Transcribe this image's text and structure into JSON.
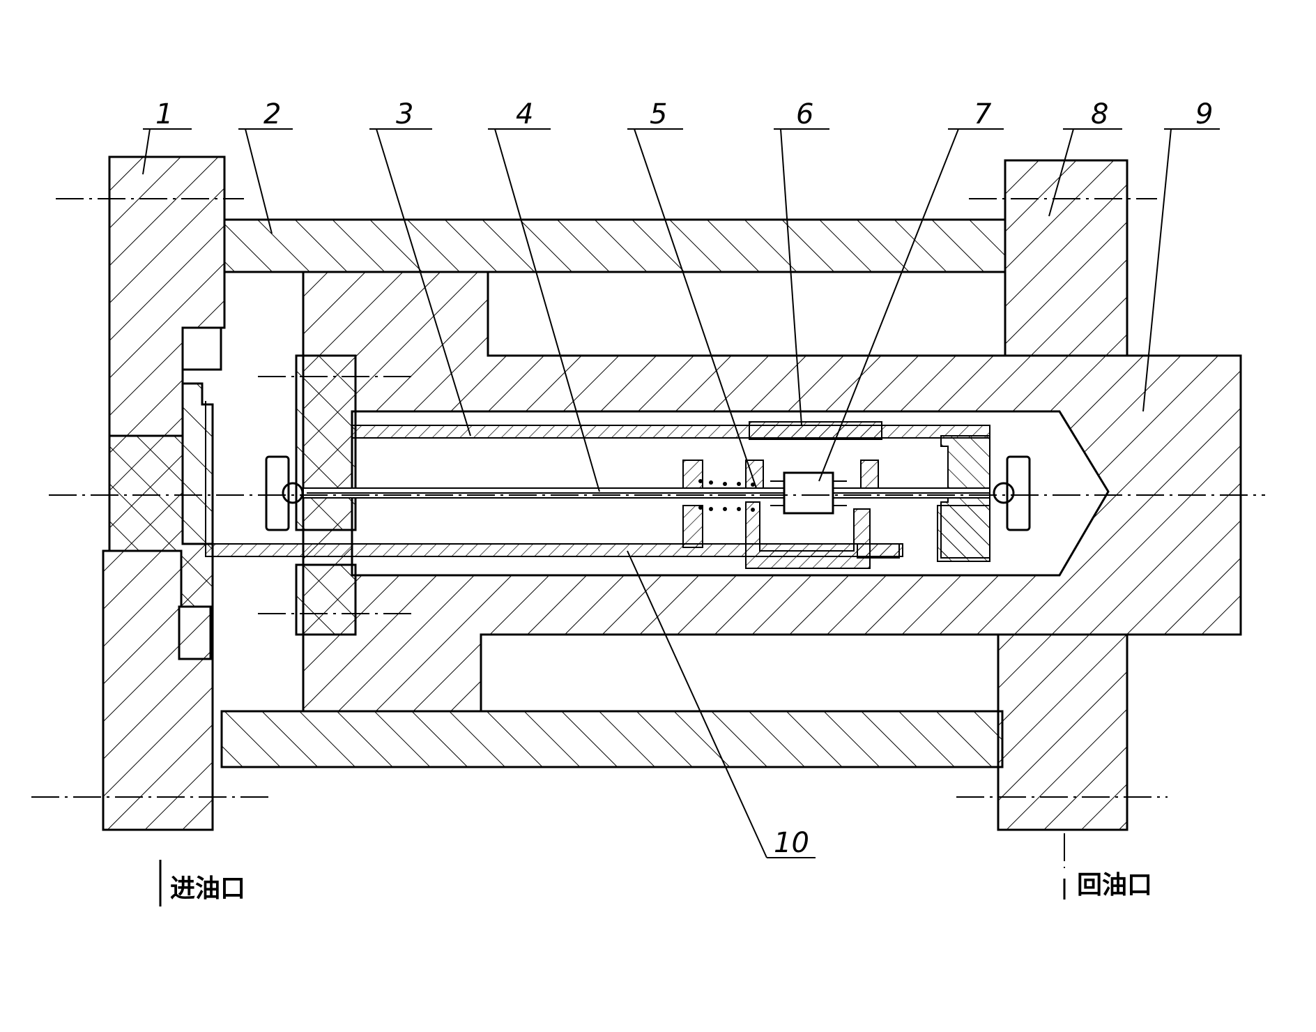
{
  "part_labels": [
    "1",
    "2",
    "3",
    "4",
    "5",
    "6",
    "7",
    "8",
    "9",
    "10"
  ],
  "captions": {
    "inlet": "进油口",
    "outlet": "回油口"
  },
  "colors": {
    "ink": "#000000",
    "paper": "#ffffff"
  }
}
